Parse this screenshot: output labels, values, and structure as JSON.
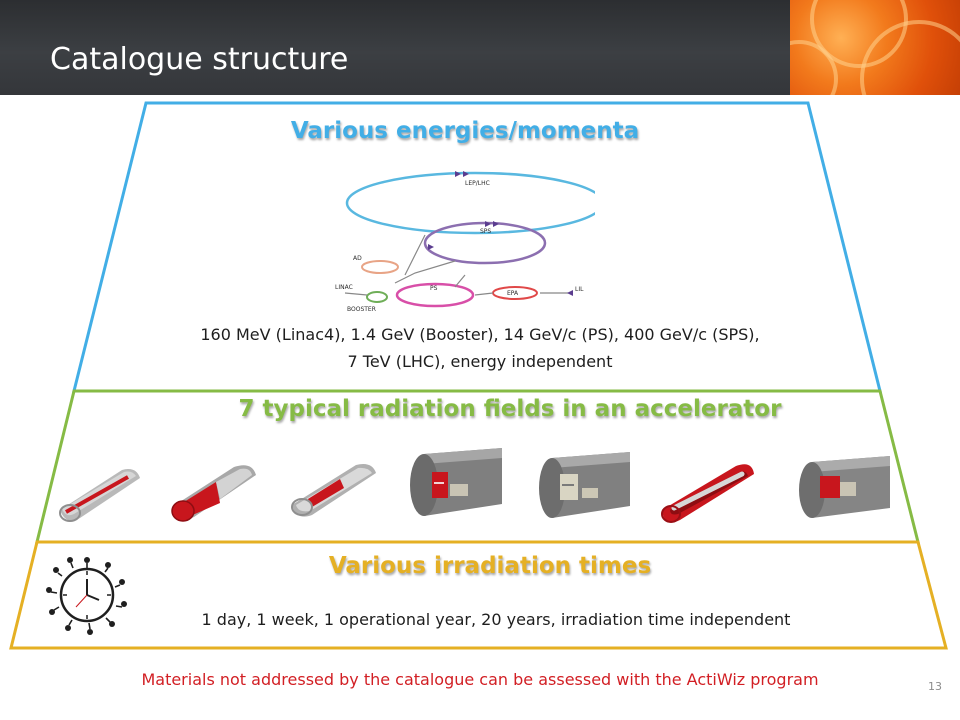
{
  "slide": {
    "title": "Catalogue structure",
    "slide_number": "13"
  },
  "layers": {
    "energies": {
      "heading": "Various energies/momenta",
      "description_line1": "160 MeV (Linac4), 1.4 GeV (Booster), 14 GeV/c (PS), 400 GeV/c (SPS),",
      "description_line2": "7 TeV (LHC), energy independent",
      "diagram_labels": {
        "lep_lhc": "LEP/LHC",
        "sps": "SPS",
        "ad": "AD",
        "linac": "LINAC",
        "booster": "BOOSTER",
        "ps": "PS",
        "epa": "EPA",
        "lil": "LIL"
      }
    },
    "radiation_fields": {
      "heading": "7 typical radiation fields in an accelerator",
      "fields": [
        {
          "icon": "half-pipe-red-strip-icon"
        },
        {
          "icon": "half-pipe-red-inner-icon"
        },
        {
          "icon": "half-pipe-red-spot-icon"
        },
        {
          "icon": "tunnel-section-red-icon"
        },
        {
          "icon": "tunnel-section-beige-icon"
        },
        {
          "icon": "beam-pipe-red-icon"
        },
        {
          "icon": "tunnel-section-red-band-icon"
        }
      ]
    },
    "times": {
      "heading": "Various irradiation times",
      "description": "1 day, 1 week, 1 operational year, 20 years, irradiation time independent"
    }
  },
  "footer": {
    "note": "Materials not addressed by the catalogue can be assessed with the ActiWiz program"
  },
  "colors": {
    "blue_layer": "#42aee6",
    "green_layer": "#86bb45",
    "gold_layer": "#e5b024",
    "footer_red": "#d21f24",
    "header_dark": "#34363a",
    "pipe_red": "#c8161d",
    "pipe_gray": "#9a9a9a"
  }
}
